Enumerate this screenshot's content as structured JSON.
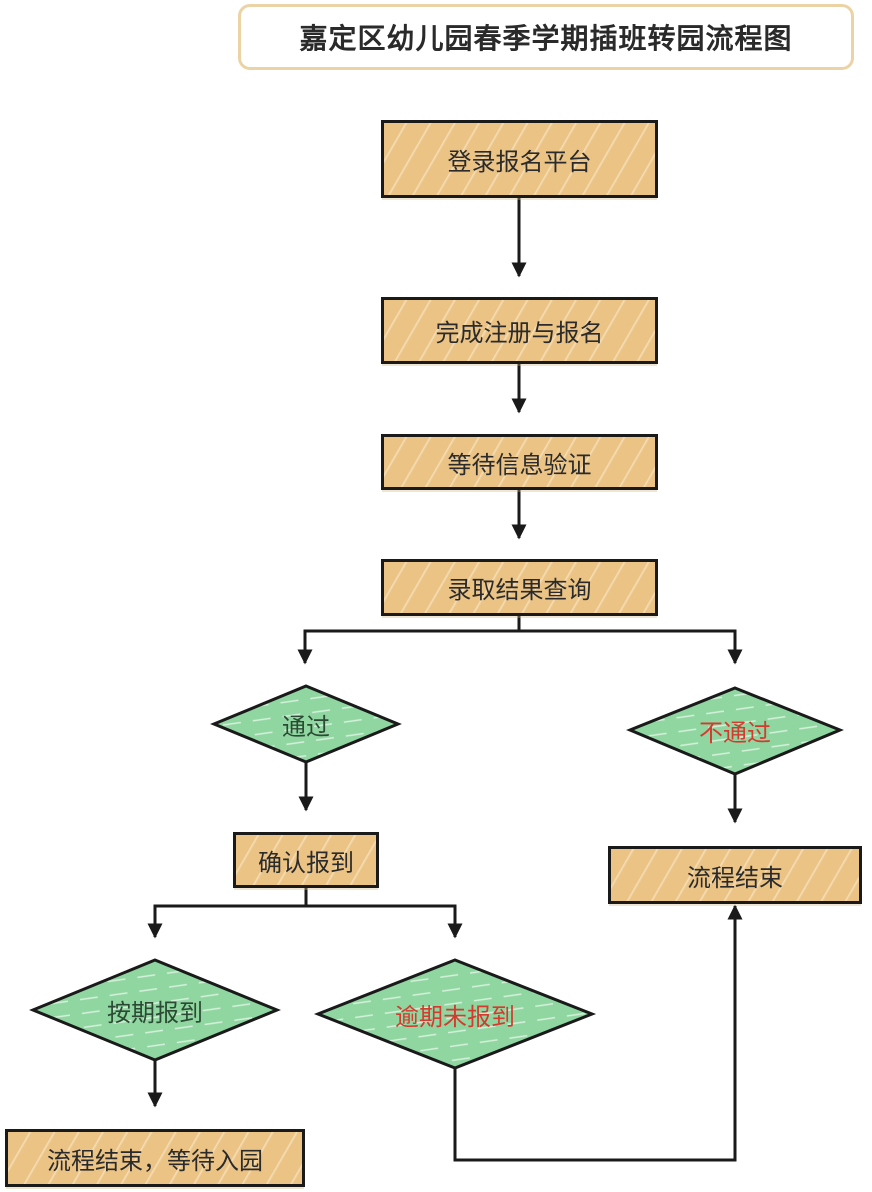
{
  "title": "嘉定区幼儿园春季学期插班转园流程图",
  "colors": {
    "process_fill": "#ebc385",
    "decision_fill": "#8fd6a0",
    "decision_text": "#2c4a33",
    "negative_text": "#d63a2f",
    "border": "#1a1a1a",
    "title_border": "#ecd3a6"
  },
  "nodes": {
    "login": "登录报名平台",
    "register": "完成注册与报名",
    "verify": "等待信息验证",
    "query": "录取结果查询",
    "pass": "通过",
    "fail": "不通过",
    "confirm": "确认报到",
    "end_fail": "流程结束",
    "on_time": "按期报到",
    "overdue": "逾期未报到",
    "end_success": "流程结束，等待入园"
  }
}
